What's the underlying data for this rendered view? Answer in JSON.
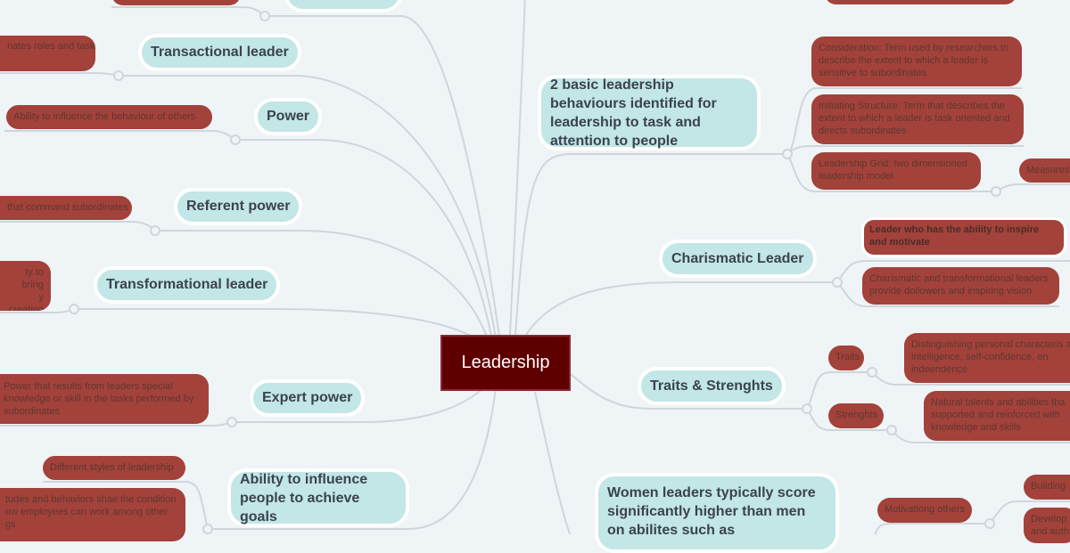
{
  "central": {
    "label": "Leadership"
  },
  "colors": {
    "central": "#5e0000",
    "topic": "#c3e6e6",
    "note": "#a3423a",
    "background": "#eff4f7",
    "edge": "#cfd6db"
  },
  "left_topics": [
    {
      "label": "Transactional leader",
      "notes": [
        "nates roles and task"
      ]
    },
    {
      "label": "Power",
      "notes": [
        "Ability to influence the behaviour of others"
      ]
    },
    {
      "label": "Referent power",
      "notes": [
        "that command subordinates"
      ]
    },
    {
      "label": "Transformational leader",
      "notes": [
        "ty to bring\ny creating"
      ]
    },
    {
      "label": "Expert power",
      "notes": [
        "Power that results from leaders special knowledge or skill in the tasks performed by subordinates"
      ]
    },
    {
      "label": "Ability to influence people to achieve goals",
      "notes": [
        "Different styles of leadership",
        "tudes and behaviors shae the condition ow employees can work among other gs"
      ]
    }
  ],
  "right_topics": [
    {
      "label": "2 basic leadership behaviours identified for leadership to task and attention to people",
      "notes": [
        "Consideration: Term used by researchers to describe the extent to which a leader is sensitive to subordinates",
        "Initiating Structure: Term that describes the extent to which a leader is task oriented and directs subordinates",
        "Leadership Grid: two dimensioned leadership model"
      ],
      "subnote": "Measures"
    },
    {
      "label": "Charismatic Leader",
      "notes": [
        "Leader who has the ability to inspire and motivate",
        "Charismatic and transformational leaders provide dollowers and inspiring vision"
      ]
    },
    {
      "label": "Traits & Strenghts",
      "children": [
        {
          "label": "Traits",
          "note": "Distinguishing personal characteris as intelligence, self-confidence, en indeendence"
        },
        {
          "label": "Strenghts",
          "note": "Natural talents and abilities tha supported and reinforced with knowledge and skills"
        }
      ]
    },
    {
      "label": "Women leaders typically score significantly higher than men on abilites such as",
      "children": [
        {
          "label": "Motivationg others",
          "subnotes": [
            "Building",
            "Develop and auth"
          ]
        }
      ]
    }
  ]
}
